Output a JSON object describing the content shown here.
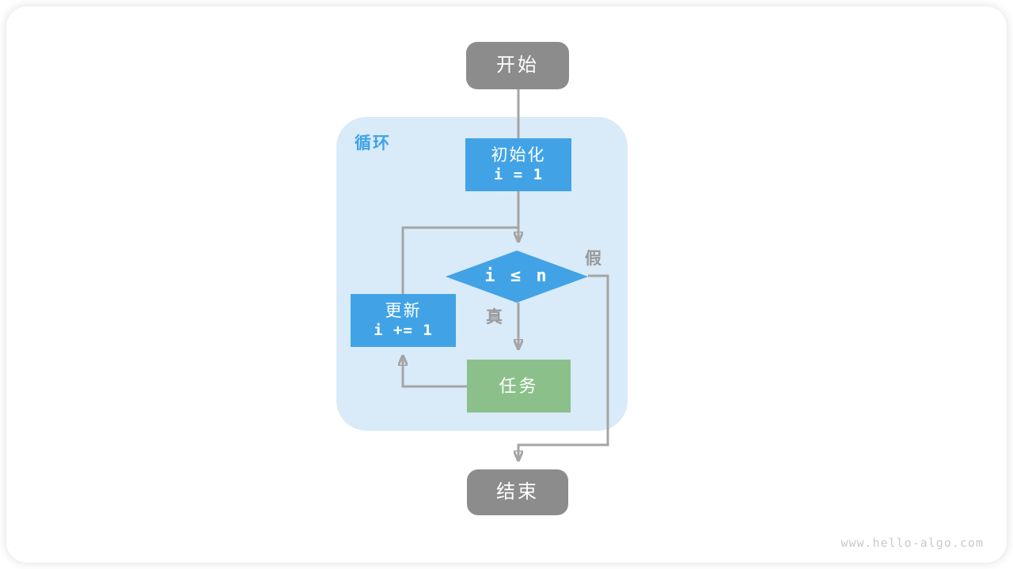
{
  "page": {
    "watermark": "www.hello-algo.com"
  },
  "colors": {
    "gray": "#8c8c8c",
    "blue": "#41a3e5",
    "lightblue": "#d9eaf8",
    "green": "#8bc08b",
    "line": "#a5a5a5",
    "labelgray": "#999999",
    "labelblue": "#3fa3e8",
    "watermark": "#c9c9c9"
  },
  "flowchart": {
    "container": {
      "label": "循环"
    },
    "nodes": {
      "start": {
        "label": "开始"
      },
      "init": {
        "title": "初始化",
        "code": "i = 1"
      },
      "condition": {
        "code": "i ≤ n"
      },
      "update": {
        "title": "更新",
        "code": "i += 1"
      },
      "task": {
        "label": "任务"
      },
      "end": {
        "label": "结束"
      }
    },
    "edge_labels": {
      "true": "真",
      "false": "假"
    }
  }
}
